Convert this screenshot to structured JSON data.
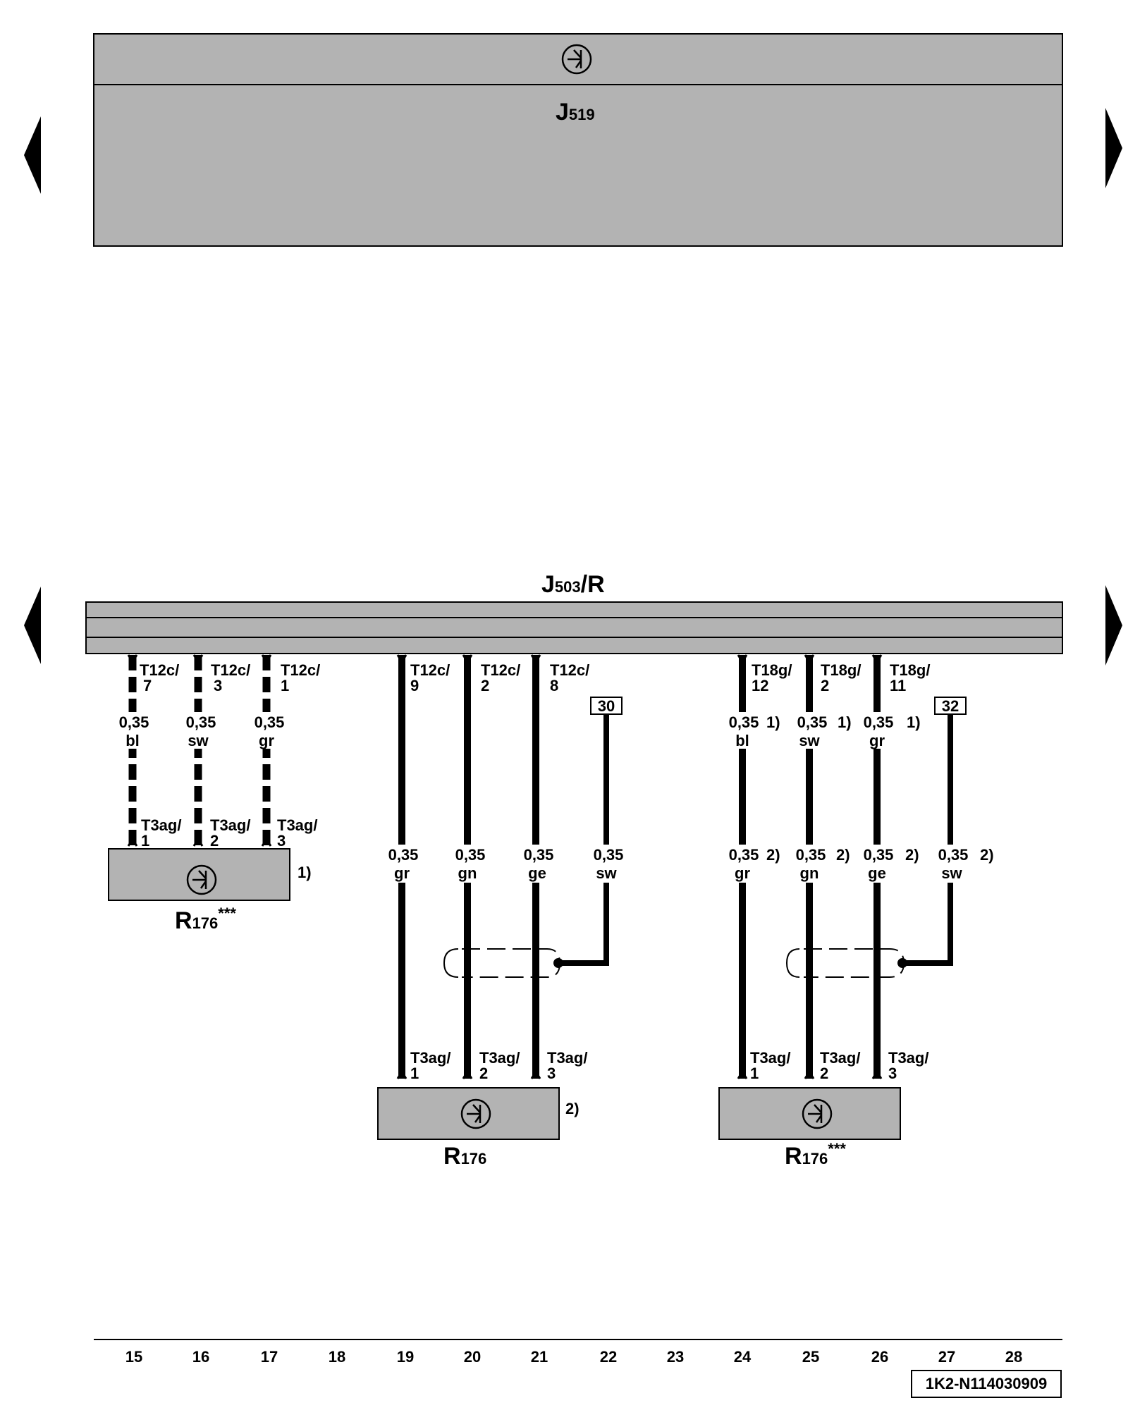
{
  "top_module": {
    "label": "J",
    "sub": "519"
  },
  "bus_module": {
    "label": "J",
    "sub": "503",
    "suffix": "/R"
  },
  "left_group": {
    "wires": [
      {
        "conn_top": "T12c/",
        "pin_top": "7",
        "size": "0,35",
        "color": "bl",
        "conn_bot": "T3ag/",
        "pin_bot": "1"
      },
      {
        "conn_top": "T12c/",
        "pin_top": "3",
        "size": "0,35",
        "color": "sw",
        "conn_bot": "T3ag/",
        "pin_bot": "2"
      },
      {
        "conn_top": "T12c/",
        "pin_top": "1",
        "size": "0,35",
        "color": "gr",
        "conn_bot": "T3ag/",
        "pin_bot": "3"
      }
    ],
    "component": {
      "label": "R",
      "sub": "176",
      "stars": "***",
      "note": "1)"
    }
  },
  "middle_group": {
    "wires": [
      {
        "conn_top": "T12c/",
        "pin_top": "9",
        "size": "0,35",
        "color": "gr",
        "conn_bot": "T3ag/",
        "pin_bot": "1"
      },
      {
        "conn_top": "T12c/",
        "pin_top": "2",
        "size": "0,35",
        "color": "gn",
        "conn_bot": "T3ag/",
        "pin_bot": "2"
      },
      {
        "conn_top": "T12c/",
        "pin_top": "8",
        "size": "0,35",
        "color": "ge",
        "conn_bot": "T3ag/",
        "pin_bot": "3"
      }
    ],
    "shield": {
      "ref": "30",
      "size": "0,35",
      "color": "sw"
    },
    "component": {
      "label": "R",
      "sub": "176",
      "stars": "",
      "note": "2)"
    }
  },
  "right_group": {
    "wires": [
      {
        "conn_top": "T18g/",
        "pin_top": "12",
        "size_top": "0,35",
        "note_top": "1)",
        "color_top": "bl",
        "size_bot": "0,35",
        "note_bot": "2)",
        "color_bot": "gr",
        "conn_bot": "T3ag/",
        "pin_bot": "1"
      },
      {
        "conn_top": "T18g/",
        "pin_top": "2",
        "size_top": "0,35",
        "note_top": "1)",
        "color_top": "sw",
        "size_bot": "0,35",
        "note_bot": "2)",
        "color_bot": "gn",
        "conn_bot": "T3ag/",
        "pin_bot": "2"
      },
      {
        "conn_top": "T18g/",
        "pin_top": "11",
        "size_top": "0,35",
        "note_top": "1)",
        "color_top": "gr",
        "size_bot": "0,35",
        "note_bot": "2)",
        "color_bot": "ge",
        "conn_bot": "T3ag/",
        "pin_bot": "3"
      }
    ],
    "shield": {
      "ref": "32",
      "size": "0,35",
      "color": "sw",
      "note": "2)"
    },
    "component": {
      "label": "R",
      "sub": "176",
      "stars": "***"
    }
  },
  "columns": [
    "15",
    "16",
    "17",
    "18",
    "19",
    "20",
    "21",
    "22",
    "23",
    "24",
    "25",
    "26",
    "27",
    "28"
  ],
  "doc_id": "1K2-N114030909"
}
